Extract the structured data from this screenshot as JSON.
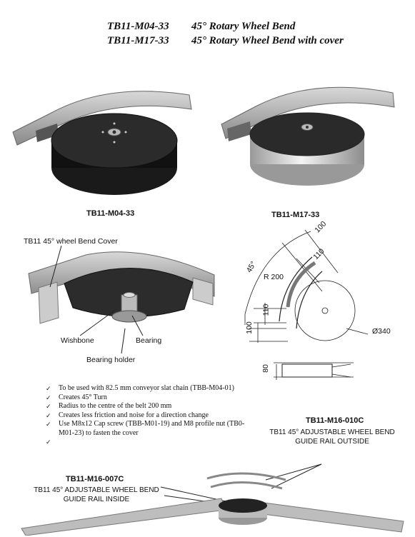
{
  "titles": [
    {
      "code": "TB11-M04-33",
      "desc": "45° Rotary Wheel Bend"
    },
    {
      "code": "TB11-M17-33",
      "desc": "45° Rotary Wheel Bend with cover"
    }
  ],
  "captions": {
    "left_product": "TB11-M04-33",
    "right_product": "TB11-M17-33"
  },
  "exploded_labels": {
    "cover": "TB11 45° wheel Bend Cover",
    "wishbone": "Wishbone",
    "bearing": "Bearing",
    "bearing_holder": "Bearing holder"
  },
  "drawing_dims": {
    "d100_top": "100",
    "d110_top": "110",
    "angle": "45°",
    "radius": "R 200",
    "d110_left": "110",
    "d100_left": "100",
    "diameter": "Ø340",
    "height": "80"
  },
  "features": [
    "To be used with 82.5 mm conveyor slat chain (TBB-M04-01)",
    "Creates 45° Turn",
    "Radius to the centre of the belt 200 mm",
    "Creates less friction and noise for a direction change",
    "Use M8x12 Cap screw (TBB-M01-19) and M8 profile nut (TB0-M01-23) to fasten the cover"
  ],
  "guide_outside": {
    "code": "TB11-M16-010C",
    "line1": "TB11 45° ADJUSTABLE WHEEL BEND",
    "line2": "GUIDE RAIL OUTSIDE"
  },
  "guide_inside": {
    "code": "TB11-M16-007C",
    "line1": "TB11 45° ADJUSTABLE WHEEL BEND",
    "line2": "GUIDE RAIL INSIDE"
  }
}
